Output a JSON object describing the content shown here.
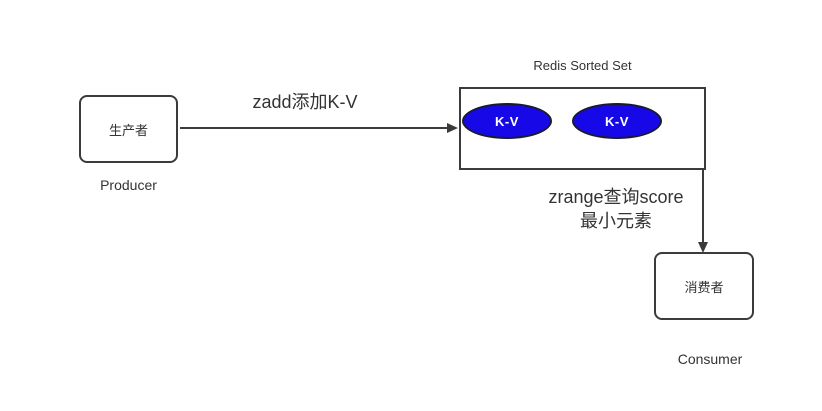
{
  "diagram": {
    "producer": {
      "box_label": "生产者",
      "caption": "Producer"
    },
    "consumer": {
      "box_label": "消费者",
      "caption": "Consumer"
    },
    "redis": {
      "title": "Redis Sorted Set",
      "items": [
        {
          "label": "K-V"
        },
        {
          "label": "K-V"
        }
      ]
    },
    "arrows": {
      "zadd_label": "zadd添加K-V",
      "zrange_label_line1": "zrange查询score",
      "zrange_label_line2": "最小元素"
    },
    "colors": {
      "node_fill": "#1708e8",
      "node_text": "#ffffff",
      "node_border": "#1a1a30",
      "line": "#3b3b3b",
      "text": "#333333"
    }
  }
}
